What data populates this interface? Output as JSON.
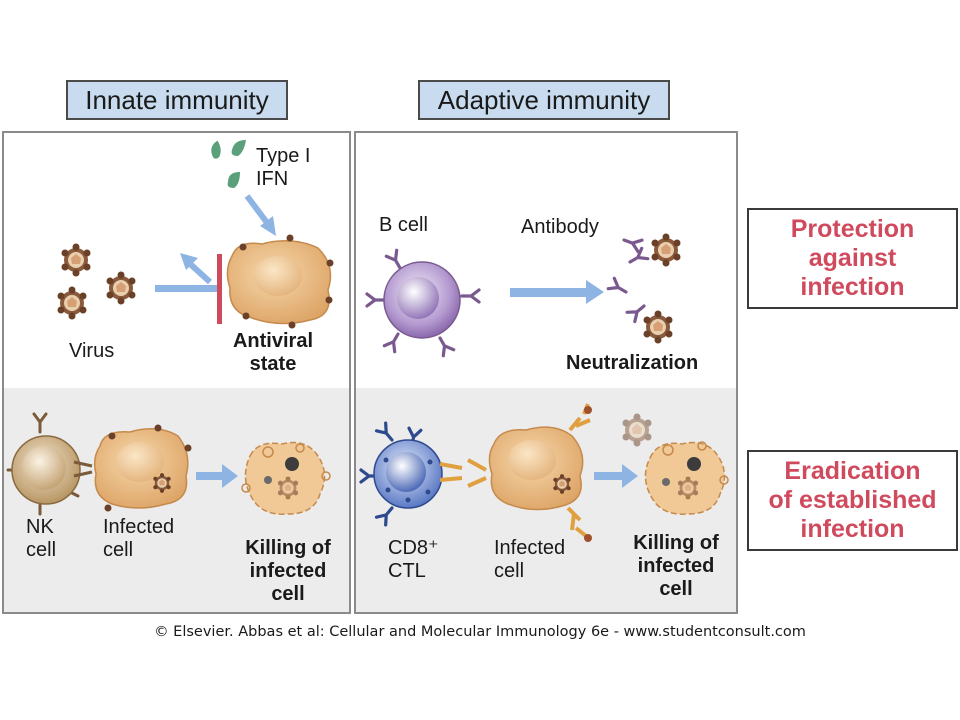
{
  "headers": {
    "innate": "Innate immunity",
    "adaptive": "Adaptive immunity"
  },
  "innate": {
    "top": {
      "ifn_line1": "Type I",
      "ifn_line2": "IFN",
      "virus": "Virus",
      "result_line1": "Antiviral",
      "result_line2": "state"
    },
    "bottom": {
      "nk_line1": "NK",
      "nk_line2": "cell",
      "infected_line1": "Infected",
      "infected_line2": "cell",
      "result_line1": "Killing of",
      "result_line2": "infected",
      "result_line3": "cell"
    }
  },
  "adaptive": {
    "top": {
      "bcell": "B cell",
      "antibody": "Antibody",
      "result": "Neutralization"
    },
    "bottom": {
      "ctl_line1": "CD8⁺",
      "ctl_line2": "CTL",
      "infected_line1": "Infected",
      "infected_line2": "cell",
      "result_line1": "Killing of",
      "result_line2": "infected",
      "result_line3": "cell"
    }
  },
  "outcomes": {
    "protection": {
      "line1": "Protection",
      "line2": "against",
      "line3": "infection"
    },
    "eradication": {
      "line1": "Eradication",
      "line2": "of established",
      "line3": "infection"
    }
  },
  "copyright": "© Elsevier. Abbas et al: Cellular and Molecular Immunology 6e - www.studentconsult.com",
  "colors": {
    "header_fill": "#c9dcef",
    "outcome_text": "#d04a5e",
    "arrow": "#8eb4e3",
    "cell": "#e8b478",
    "b_cell": "#9b7ab8",
    "ctl": "#4a69b8",
    "nk": "#c8a878"
  }
}
